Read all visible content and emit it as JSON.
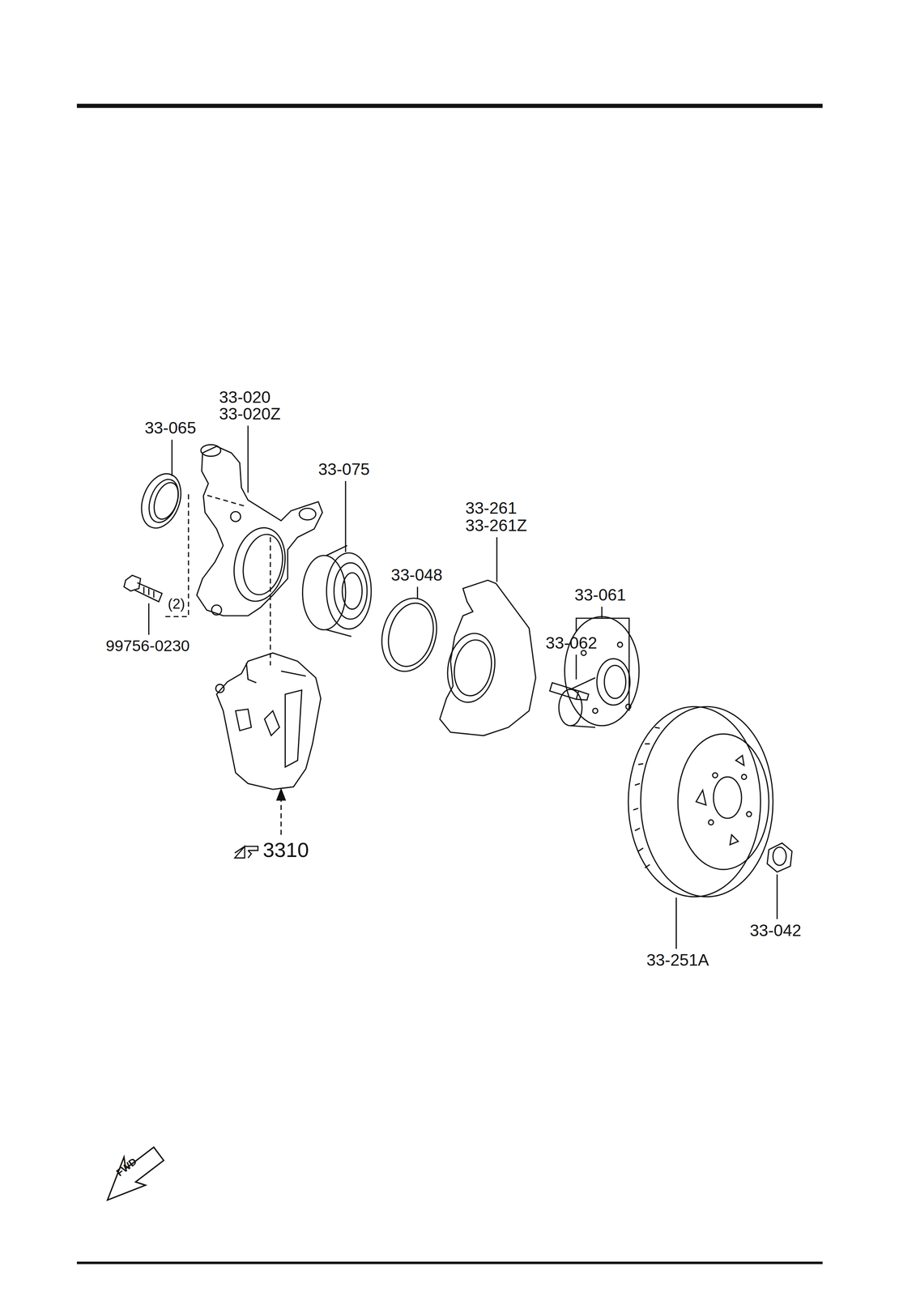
{
  "diagram": {
    "labels": [
      "33-065",
      "33-020",
      "33-020Z",
      "33-075",
      "33-048",
      "33-261",
      "33-261Z",
      "33-061",
      "33-062",
      "(2)",
      "99756-0230",
      "3310",
      "33-042",
      "33-251A",
      "FWD"
    ]
  }
}
